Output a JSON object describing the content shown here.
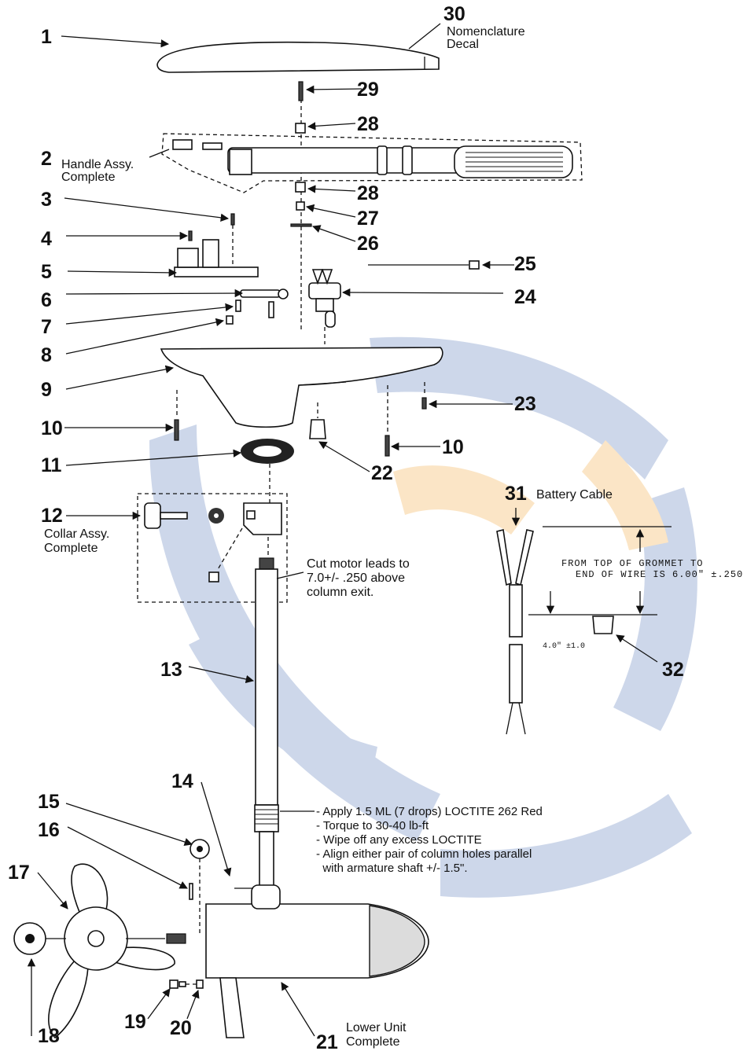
{
  "parts": {
    "p1": "1",
    "p2": "2",
    "p3": "3",
    "p4": "4",
    "p5": "5",
    "p6": "6",
    "p7": "7",
    "p8": "8",
    "p9": "9",
    "p10a": "10",
    "p10b": "10",
    "p11": "11",
    "p12": "12",
    "p13": "13",
    "p14": "14",
    "p15": "15",
    "p16": "16",
    "p17": "17",
    "p18": "18",
    "p19": "19",
    "p20": "20",
    "p21": "21",
    "p22": "22",
    "p23": "23",
    "p24": "24",
    "p25": "25",
    "p26": "26",
    "p27": "27",
    "p28a": "28",
    "p28b": "28",
    "p29": "29",
    "p30": "30",
    "p31": "31",
    "p32": "32"
  },
  "labels": {
    "nomenclature_1": "Nomenclature",
    "nomenclature_2": "Decal",
    "handle_1": "Handle Assy.",
    "handle_2": "Complete",
    "collar_1": "Collar Assy.",
    "collar_2": "Complete",
    "battery_cable": "Battery Cable",
    "lower_unit_1": "Lower Unit",
    "lower_unit_2": "Complete"
  },
  "notes": {
    "cut_leads_1": "Cut motor leads to",
    "cut_leads_2": "7.0+/- .250 above",
    "cut_leads_3": "column exit.",
    "loctite_1": "- Apply 1.5 ML (7 drops) LOCTITE 262 Red",
    "loctite_2": "- Torque to 30-40 lb-ft",
    "loctite_3": "- Wipe off any excess LOCTITE",
    "loctite_4": "- Align either pair of column holes parallel",
    "loctite_5": "  with armature shaft +/- 1.5\"."
  },
  "cable_dims": {
    "grommet_1": "FROM TOP OF GROMMET TO",
    "grommet_2": "END OF WIRE IS 6.00\" ±.250",
    "length": "4.0\" ±1.0"
  },
  "colors": {
    "ink": "#111111",
    "watermark_blue": "#c8d3e8",
    "watermark_orange": "#fbe3c0"
  }
}
